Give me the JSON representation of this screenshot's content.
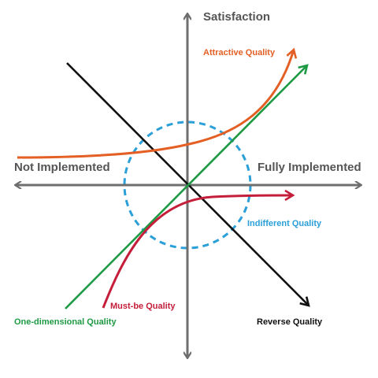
{
  "axes": {
    "y_top_label": "Satisfaction",
    "x_left_label": "Not Implemented",
    "x_right_label": "Fully Implemented",
    "color": "#6e6e6e"
  },
  "curves": {
    "attractive": {
      "label": "Attractive Quality",
      "color": "#e35f24"
    },
    "one_dimensional": {
      "label": "One-dimensional Quality",
      "color": "#1e9a45"
    },
    "must_be": {
      "label": "Must-be Quality",
      "color": "#c41e3a"
    },
    "indifferent": {
      "label": "Indifferent Quality",
      "color": "#2a9fd8"
    },
    "reverse": {
      "label": "Reverse Quality",
      "color": "#111111"
    }
  }
}
